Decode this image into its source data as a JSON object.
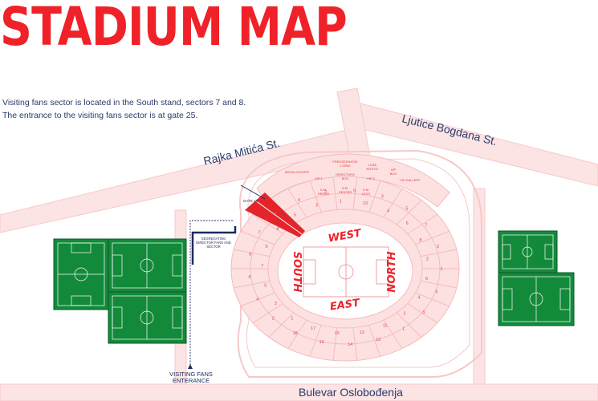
{
  "title": "STADIUM MAP",
  "intro": [
    "Visiting fans sector is located in the South stand, sectors 7 and 8.",
    "The entrance to the visiting fans sector is at gate 25."
  ],
  "streets": {
    "rajka": "Rajka Mitića St.",
    "ljutice": "Ljutice Bogdana St.",
    "bulevar": "Bulevar Oslobođenja"
  },
  "stands": {
    "north": "NORTH",
    "south": "SOUTH",
    "east": "EAST",
    "west": "WEST"
  },
  "gate": "GATE 25",
  "segregating": [
    "SEGREGATING",
    "DIRECTOR FANS AND",
    "SECTOR"
  ],
  "visiting_entrance": [
    "VISITING FANS",
    "ENTERANCE"
  ],
  "west_labels": {
    "media_center": "MEDIA CENTER",
    "president_lounge": [
      "PREDSEDNIČKE",
      "LOŽNE"
    ],
    "loze_rostic": [
      "LOŽA",
      "ROSTIC"
    ],
    "vip_box": [
      "VIP",
      "BOX"
    ],
    "vip1": "VIP 1",
    "directors_box": [
      "DIRECTORS",
      "BOX"
    ],
    "vip2": "VIP 2",
    "vip_gallery": "VIP GALLERY",
    "s_m_right": [
      "S.M.",
      "DESNO"
    ],
    "s_m_center": [
      "S.M.",
      "CENTER"
    ],
    "s_m_left": [
      "S.M.",
      "LEVO"
    ]
  },
  "sector_numbers": [
    "7",
    "8",
    "6",
    "5",
    "4",
    "3",
    "2",
    "1",
    "9",
    "10",
    "3",
    "4",
    "5",
    "6",
    "7",
    "8",
    "3",
    "2",
    "1",
    "6",
    "5",
    "4",
    "3",
    "2",
    "1",
    "11",
    "12",
    "13",
    "14",
    "15",
    "16",
    "17",
    "18",
    "1",
    "2",
    "3",
    "4",
    "5",
    "6",
    "7",
    "8",
    "9"
  ],
  "colors": {
    "title": "#ef2229",
    "visiting_sector": "#e3252b",
    "stand": "#fde1e1",
    "pitch_green": "#138a3a",
    "navy": "#1c2a60"
  }
}
